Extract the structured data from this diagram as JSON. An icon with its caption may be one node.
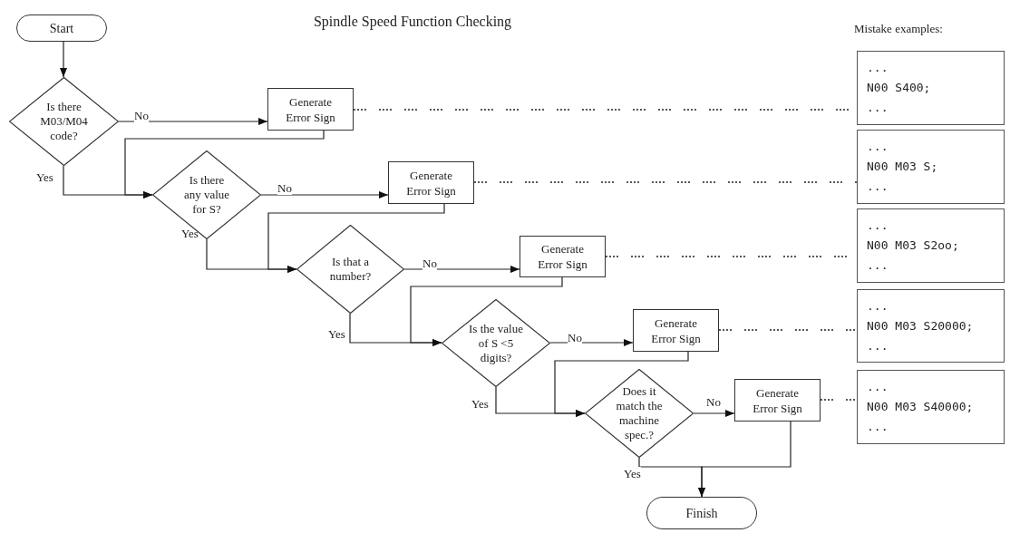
{
  "diagram": {
    "title": "Spindle Speed Function Checking",
    "nodes": [
      {
        "text": [
          "Start"
        ]
      },
      {
        "text": [
          "Is there M03/M04 code?"
        ]
      },
      {
        "text": [
          "Generate Error Sign"
        ]
      },
      {
        "text": [
          "Is there any value for S?"
        ]
      },
      {
        "text": [
          "Generate Error Sign"
        ]
      },
      {
        "text": [
          "Is that a number?"
        ]
      },
      {
        "text": [
          "Generate Error Sign"
        ]
      },
      {
        "text": [
          "Is the value of S <5 digits?"
        ]
      },
      {
        "text": [
          "Generate Error Sign"
        ]
      },
      {
        "text": [
          "Does it match the machine spec.?"
        ]
      },
      {
        "text": [
          "Generate Error Sign"
        ]
      },
      {
        "text": [
          "Finish"
        ]
      },
      {
        "text": [
          "...",
          "N00 S400;",
          "..."
        ]
      },
      {
        "text": [
          "...",
          "N00 M03 S;",
          "..."
        ]
      },
      {
        "text": [
          "...",
          "N00 M03 S2oo;",
          "..."
        ]
      },
      {
        "text": [
          "...",
          "N00 M03 S20000;",
          "..."
        ]
      },
      {
        "text": [
          "...",
          "N00 M03 S40000;",
          "..."
        ]
      }
    ],
    "edges": [
      {
        "from": 0,
        "to": 1,
        "arrow": "to"
      },
      {
        "from": 1,
        "to": 2,
        "arrow": "to",
        "label": "No"
      },
      {
        "from": 1,
        "to": 3,
        "arrow": "to",
        "label": "Yes"
      },
      {
        "from": 2,
        "to": 3,
        "arrow": "to"
      },
      {
        "from": 3,
        "to": 4,
        "arrow": "to",
        "label": "No"
      },
      {
        "from": 3,
        "to": 5,
        "arrow": "to",
        "label": "Yes"
      },
      {
        "from": 4,
        "to": 5,
        "arrow": "to"
      },
      {
        "from": 5,
        "to": 6,
        "arrow": "to",
        "label": "No"
      },
      {
        "from": 5,
        "to": 7,
        "arrow": "to",
        "label": "Yes"
      },
      {
        "from": 6,
        "to": 7,
        "arrow": "to"
      },
      {
        "from": 7,
        "to": 8,
        "arrow": "to",
        "label": "No"
      },
      {
        "from": 7,
        "to": 9,
        "arrow": "to",
        "label": "Yes"
      },
      {
        "from": 8,
        "to": 9,
        "arrow": "to"
      },
      {
        "from": 9,
        "to": 10,
        "arrow": "to",
        "label": "No"
      },
      {
        "from": 9,
        "to": 11,
        "arrow": "to",
        "label": "Yes"
      },
      {
        "from": 10,
        "to": 11,
        "arrow": "to"
      },
      {
        "from": 2,
        "to": 12,
        "arrow": "none",
        "style": "dashed"
      },
      {
        "from": 4,
        "to": 13,
        "arrow": "none",
        "style": "dashed"
      },
      {
        "from": 6,
        "to": 14,
        "arrow": "none",
        "style": "dashed"
      },
      {
        "from": 8,
        "to": 15,
        "arrow": "none",
        "style": "dashed"
      },
      {
        "from": 10,
        "to": 16,
        "arrow": "none",
        "style": "dashed"
      }
    ],
    "labels": [
      "Mistake examples:"
    ]
  }
}
